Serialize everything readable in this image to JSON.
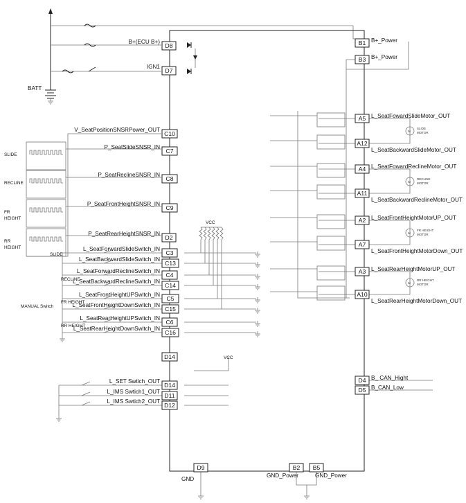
{
  "left_pins": [
    {
      "pin": "D8",
      "label": "B+(ECU B+)"
    },
    {
      "pin": "D7",
      "label": "IGN1"
    },
    {
      "pin": "C10",
      "label": "V_SeatPositionSNSRPower_OUT"
    },
    {
      "pin": "C7",
      "label": "P_SeatSlideSNSR_IN"
    },
    {
      "pin": "C8",
      "label": "P_SeatReclineSNSR_IN"
    },
    {
      "pin": "C9",
      "label": "P_SeatFrontHeightSNSR_IN"
    },
    {
      "pin": "D2",
      "label": "P_SeatRearHeightSNSR_IN"
    },
    {
      "pin": "C3",
      "label": "L_SeatForwardSlideSwitch_IN"
    },
    {
      "pin": "C13",
      "label": "L_SeatBackwardSlideSwitch_IN"
    },
    {
      "pin": "C4",
      "label": "L_SeatForwardReclineSwitch_IN"
    },
    {
      "pin": "C14",
      "label": "L_SeatBackwardReclineSwitch_IN"
    },
    {
      "pin": "C5",
      "label": "L_SeatFrontHeightUPSwitch_IN"
    },
    {
      "pin": "C15",
      "label": "L_SeatFrontHeightDownSwitch_IN"
    },
    {
      "pin": "C6",
      "label": "L_SeatRearHeightUPSwitch_IN"
    },
    {
      "pin": "C16",
      "label": "L_SeatRearHeightDownSwitch_IN"
    },
    {
      "pin": "D14",
      "label": ""
    },
    {
      "pin": "D14",
      "label": "L_SET Swtich_OUT"
    },
    {
      "pin": "D11",
      "label": "L_IMS Swtich1_OUT"
    },
    {
      "pin": "D12",
      "label": "L_IMS Swtich2_OUT"
    }
  ],
  "right_pins": [
    {
      "pin": "B1",
      "label": "B+_Power"
    },
    {
      "pin": "B3",
      "label": "B+_Power"
    },
    {
      "pin": "A5",
      "label": "L_SeatFowardSlideMotor_OUT"
    },
    {
      "pin": "A12",
      "label": "L_SeatBackwardSlideMotor_OUT"
    },
    {
      "pin": "A4",
      "label": "L_SeatFowardReclineMotor_OUT"
    },
    {
      "pin": "A11",
      "label": "L_SeatBackwardReclineMotor_OUT"
    },
    {
      "pin": "A2",
      "label": "L_SeatFrontHeightMotorUP_OUT"
    },
    {
      "pin": "A7",
      "label": "L_SeatFrontHeightMotorDown_OUT"
    },
    {
      "pin": "A3",
      "label": "L_SeatRearHeightMotorUP_OUT"
    },
    {
      "pin": "A10",
      "label": "L_SeatRearHeightMotorDown_OUT"
    },
    {
      "pin": "D4",
      "label": "B_ CAN_Hight"
    },
    {
      "pin": "D5",
      "label": "B_CAN_Low"
    }
  ],
  "bottom_pins": [
    {
      "pin": "D9",
      "label": "GND"
    },
    {
      "pin": "B2",
      "label": "GND_Power"
    },
    {
      "pin": "B5",
      "label": "GND_Power"
    }
  ],
  "motors": [
    {
      "l1": "SLIDE",
      "l2": "MOTOR"
    },
    {
      "l1": "RECLINE",
      "l2": "MOTOR"
    },
    {
      "l1": "FR HEIGHT",
      "l2": "MOTOR"
    },
    {
      "l1": "RR HEIGHT",
      "l2": "MOTOR"
    }
  ],
  "sensors": [
    {
      "l1": "SLIDE",
      "l2": ""
    },
    {
      "l1": "RECLINE",
      "l2": ""
    },
    {
      "l1": "FR",
      "l2": "HEIGHT"
    },
    {
      "l1": "RR",
      "l2": "HEIGHT"
    }
  ],
  "labels": {
    "batt": "BATT",
    "manual_switch": "MANUAL Switch",
    "vcc": "VCC",
    "sensor_group": "SLIDE",
    "sw_recline": "RECLINE",
    "sw_fr_height": "FR HEIGHT",
    "sw_rr_height": "RR HEIGHT"
  }
}
